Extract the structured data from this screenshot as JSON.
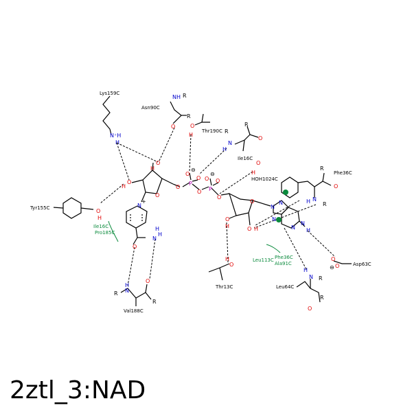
{
  "title": "2ztl_3:NAD",
  "residues": {
    "lys159": "Lys159C",
    "asn90": "Asn90C",
    "thr190": "Thr190C",
    "ile16_top": "Ile16C",
    "hoh1024": "HOH1024C",
    "phe36_top": "Phe36C",
    "tyr155": "Tyr155C",
    "ile16_low": "Ile16C",
    "pro185": "Pro185C",
    "leu113": "Leu113C",
    "phe36_low": "Phe36C",
    "ala91": "Ala91C",
    "asp63": "Asp63C",
    "leu64": "Leu64C",
    "thr13": "Thr13C",
    "val188": "Val188C"
  },
  "atoms": {
    "O": "O",
    "N": "N",
    "H": "H",
    "P": "P",
    "R": "R",
    "NH": "NH",
    "NplusH": "N⁺H",
    "minus": "⊖",
    "plus": "+"
  },
  "colors": {
    "oxygen": "#e00000",
    "nitrogen": "#0000cc",
    "phosphorus": "#b000b0",
    "hydrophobic": "#0a8a3c",
    "bond": "#000000"
  }
}
